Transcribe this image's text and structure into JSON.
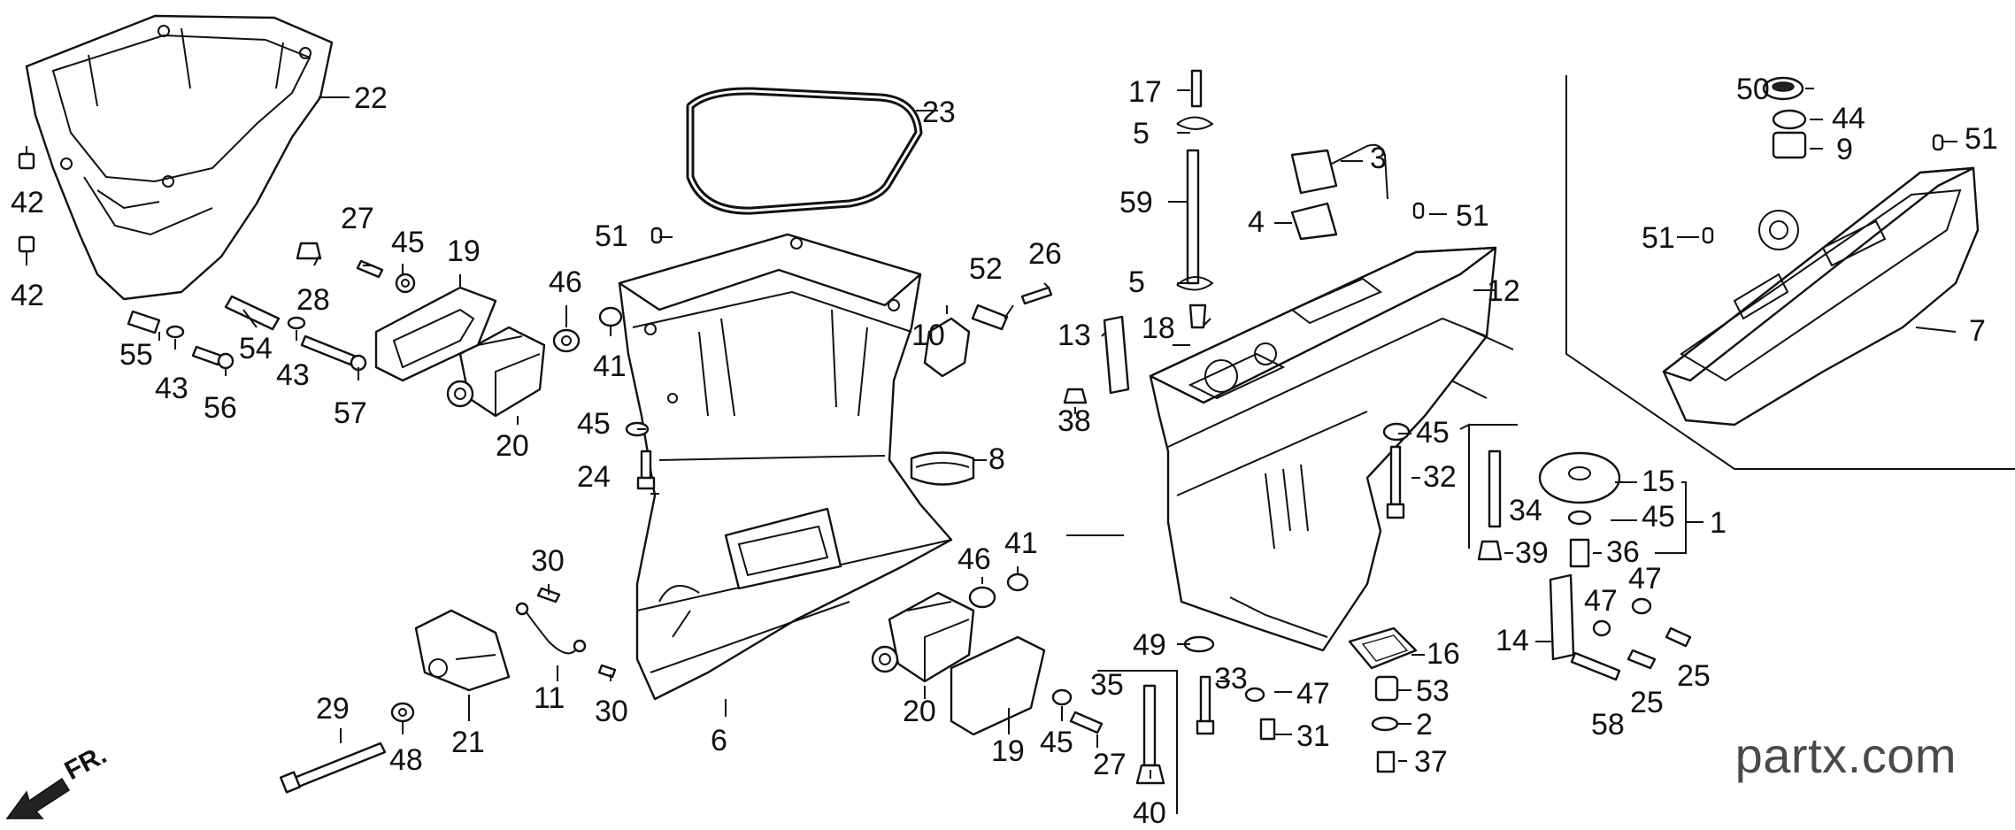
{
  "watermark": "partx.com",
  "direction_label": "FR.",
  "callouts": {
    "c1": "1",
    "c2": "2",
    "c3": "3",
    "c4": "4",
    "c5a": "5",
    "c5b": "5",
    "c6": "6",
    "c7": "7",
    "c8": "8",
    "c9": "9",
    "c10": "10",
    "c11": "11",
    "c12": "12",
    "c13": "13",
    "c14": "14",
    "c15": "15",
    "c16": "16",
    "c17": "17",
    "c18": "18",
    "c19a": "19",
    "c19b": "19",
    "c20a": "20",
    "c20b": "20",
    "c21": "21",
    "c22": "22",
    "c23": "23",
    "c24": "24",
    "c25a": "25",
    "c25b": "25",
    "c26": "26",
    "c27a": "27",
    "c27b": "27",
    "c28": "28",
    "c29": "29",
    "c30a": "30",
    "c30b": "30",
    "c31": "31",
    "c32": "32",
    "c33": "33",
    "c34": "34",
    "c35": "35",
    "c36": "36",
    "c37": "37",
    "c38": "38",
    "c39": "39",
    "c40": "40",
    "c41a": "41",
    "c41b": "41",
    "c42a": "42",
    "c42b": "42",
    "c43a": "43",
    "c43b": "43",
    "c44": "44",
    "c45a": "45",
    "c45b": "45",
    "c45c": "45",
    "c45d": "45",
    "c45e": "45",
    "c46a": "46",
    "c46b": "46",
    "c47a": "47",
    "c47b": "47",
    "c47c": "47",
    "c48": "48",
    "c49": "49",
    "c50": "50",
    "c51a": "51",
    "c51b": "51",
    "c51c": "51",
    "c51d": "51",
    "c52": "52",
    "c53": "53",
    "c54": "54",
    "c55": "55",
    "c56": "56",
    "c57": "57",
    "c58": "58",
    "c59": "59"
  }
}
